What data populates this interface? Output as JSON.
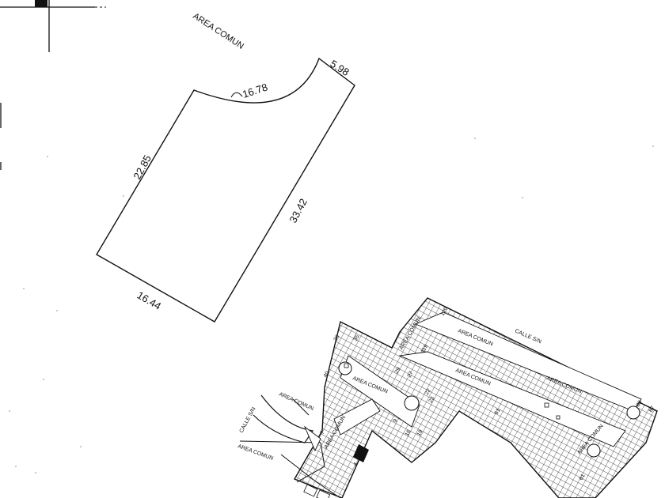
{
  "plan": {
    "area_comun_top": "AREA COMUN",
    "arc_length": "16.78",
    "top_edge": "5.98",
    "left_edge": "22.85",
    "right_edge": "33.42",
    "bottom_edge": "16.44"
  },
  "site_map": {
    "labels": {
      "calle_top": "CALLE S/N",
      "calle_left": "CALLE S/N",
      "area_comun_1": "AREA COMUN",
      "area_comun_2": "AREA COMUN",
      "area_comun_3": "AREA COMUN",
      "area_comun_4": "AREA COMUN",
      "area_comun_5": "AREA COMUN",
      "area_comun_6": "AREA COMUN",
      "area_comun_7": "AREA COMUN",
      "area_comun_8": "AREA COMUN",
      "area_comun_9": "AREA COMUN"
    },
    "lot_numbers": {
      "n36": "36",
      "n35": "35",
      "n40": "40",
      "n29": "29",
      "n27": "27",
      "n120": "120",
      "n119": "119",
      "n23": "23",
      "n22": "22",
      "n19": "19",
      "n16": "16",
      "n9": "9",
      "n7": "7",
      "n4": "4",
      "n88": "88",
      "n87": "87",
      "n61": "61",
      "n61b": "61"
    }
  }
}
